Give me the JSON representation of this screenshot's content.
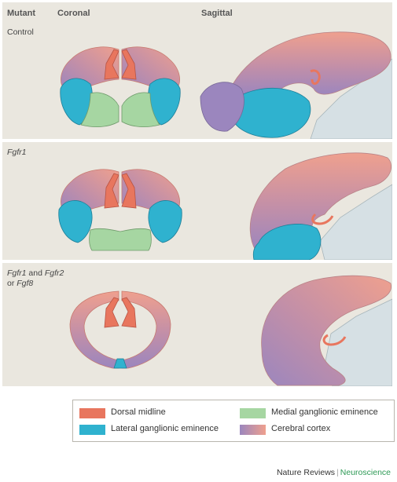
{
  "headers": {
    "mutant": "Mutant",
    "coronal": "Coronal",
    "sagittal": "Sagittal"
  },
  "rows": {
    "control": "Control",
    "fgfr1": "Fgfr1",
    "fgfr12_a": "Fgfr1",
    "fgfr12_b": " and ",
    "fgfr12_c": "Fgfr2",
    "fgfr12_d": "or ",
    "fgfr12_e": "Fgf8"
  },
  "legend": {
    "dorsal_midline": "Dorsal midline",
    "lateral_ge": "Lateral ganglionic eminence",
    "medial_ge": "Medial ganglionic eminence",
    "cerebral_cortex": "Cerebral cortex"
  },
  "colors": {
    "dorsal_midline": "#e8765e",
    "lateral_ge": "#2fb2cf",
    "medial_ge": "#a6d6a2",
    "cortex_pink": "#efa08e",
    "cortex_purple": "#9b86be",
    "background_panel": "#eae7df",
    "sagittal_grey": "#d6e0e4",
    "brand_accent": "#2e9a56"
  },
  "brand": {
    "name": "Nature Reviews",
    "journal": "Neuroscience"
  }
}
